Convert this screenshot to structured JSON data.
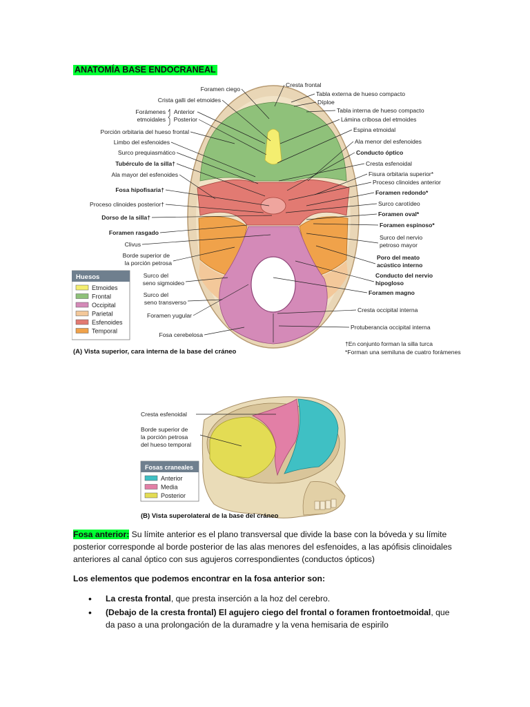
{
  "title": "ANATOMÍA BASE ENDOCRANEAL",
  "figA": {
    "labels_left": [
      "Foramen ciego",
      "Crista galli del etmoides",
      "Forámenes",
      "etmoidales",
      "Anterior",
      "Posterior",
      "Porción orbitaria del hueso frontal",
      "Limbo del esfenoides",
      "Surco prequiasmático",
      "Tubérculo de la silla†",
      "Ala mayor del esfenoides",
      "Fosa hipofisaria†",
      "Proceso clinoides posterior†",
      "Dorso de la silla†",
      "Foramen rasgado",
      "Clivus",
      "Borde superior de",
      "la porción petrosa",
      "Surco del",
      "seno sigmoideo",
      "Surco del",
      "seno transverso",
      "Foramen yugular",
      "Fosa cerebelosa"
    ],
    "labels_right": [
      "Cresta frontal",
      "Tabla externa de hueso compacto",
      "Díploe",
      "Tabla interna de hueso compacto",
      "Lámina cribosa del etmoides",
      "Espina etmoidal",
      "Ala menor del esfenoides",
      "Conducto óptico",
      "Cresta esfenoidal",
      "Fisura orbitaria superior*",
      "Proceso clinoides anterior",
      "Foramen redondo*",
      "Surco carotídeo",
      "Foramen oval*",
      "Foramen espinoso*",
      "Surco del nervio",
      "petroso mayor",
      "Poro del meato",
      "acústico interno",
      "Conducto del nervio",
      "hipogloso",
      "Foramen magno",
      "Cresta occipital interna",
      "Protuberancia occipital interna"
    ],
    "legend": {
      "title": "Huesos",
      "items": [
        {
          "label": "Etmoides",
          "color": "#f4ee70"
        },
        {
          "label": "Frontal",
          "color": "#8fc17a"
        },
        {
          "label": "Occipital",
          "color": "#d48ab8"
        },
        {
          "label": "Parietal",
          "color": "#f3c89a"
        },
        {
          "label": "Esfenoides",
          "color": "#e27a72"
        },
        {
          "label": "Temporal",
          "color": "#f0a24a"
        }
      ]
    },
    "notes": [
      "†En conjunto forman la silla turca",
      "*Forman una semiluna de cuatro forámenes"
    ],
    "caption": "(A) Vista superior, cara interna de la base del cráneo"
  },
  "figB": {
    "labels": [
      "Cresta esfenoidal",
      "Borde superior de",
      "la porción petrosa",
      "del hueso temporal"
    ],
    "legend": {
      "title": "Fosas craneales",
      "items": [
        {
          "label": "Anterior",
          "color": "#3fc0c4"
        },
        {
          "label": "Media",
          "color": "#e27fa6"
        },
        {
          "label": "Posterior",
          "color": "#e3dc54"
        }
      ]
    },
    "caption": "(B) Vista superolateral de la base del cráneo"
  },
  "p1": {
    "highlight": "Fosa anterior:",
    "text": " Su límite anterior es el plano transversal que divide la base con la bóveda y su límite posterior corresponde al borde posterior de las alas menores del esfenoides, a las apófisis clinoidales anteriores al canal óptico con sus agujeros correspondientes (conductos ópticos)"
  },
  "p2": "Los elementos que podemos encontrar en la fosa anterior son:",
  "bullets": [
    {
      "bold": "La cresta frontal",
      "text": ", que presta inserción a la hoz del cerebro."
    },
    {
      "bold": "(Debajo de la cresta frontal) El agujero ciego del frontal o foramen frontoetmoidal",
      "text": ", que da paso a una prolongación de la duramadre y la vena hemisaria de espirilo"
    }
  ]
}
